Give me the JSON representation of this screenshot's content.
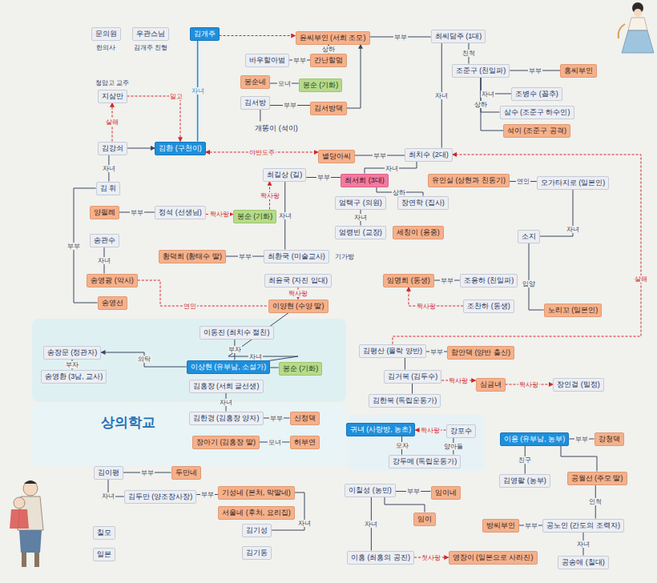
{
  "diagram": {
    "nodes": [
      {
        "text": [
          "문의원"
        ]
      },
      {
        "text": [
          "우관스님"
        ]
      },
      {
        "text": [
          "김개주"
        ]
      },
      {
        "text": [
          "윤씨부인 (서희 조모)"
        ]
      },
      {
        "text": [
          "최씨담주 (1대)"
        ]
      },
      {
        "text": [
          "바우할아범"
        ]
      },
      {
        "text": [
          "간난할멈"
        ]
      },
      {
        "text": [
          "조준구 (친일파)"
        ]
      },
      {
        "text": [
          "홍씨부인"
        ]
      },
      {
        "text": [
          "봉순네"
        ]
      },
      {
        "text": [
          "봉순 (기화)"
        ]
      },
      {
        "text": [
          "조병수 (꼽추)"
        ]
      },
      {
        "text": [
          "지삼만"
        ]
      },
      {
        "text": [
          "김서방"
        ]
      },
      {
        "text": [
          "김서방댁"
        ]
      },
      {
        "text": [
          "삼수 (조준구 하수인)"
        ]
      },
      {
        "text": [
          "개똥이 (석이)"
        ]
      },
      {
        "text": [
          "석이 (조준구 공격)"
        ]
      },
      {
        "text": [
          "김강쇠"
        ]
      },
      {
        "text": [
          "김환 (구천이)"
        ]
      },
      {
        "text": [
          "별당아씨"
        ]
      },
      {
        "text": [
          "최치수 (2대)"
        ]
      },
      {
        "text": [
          "최길상 (길)"
        ]
      },
      {
        "text": [
          "최서희 (3대)"
        ]
      },
      {
        "text": [
          "유인실 (상현과 친동기)"
        ]
      },
      {
        "text": [
          "오가타지로 (일본인)"
        ]
      },
      {
        "text": [
          "김 휘"
        ]
      },
      {
        "text": [
          "양필례"
        ]
      },
      {
        "text": [
          "정석 (선생님)"
        ]
      },
      {
        "text": [
          "봉순 (기화)"
        ]
      },
      {
        "text": [
          "엄택구 (의원)"
        ]
      },
      {
        "text": [
          "장연학 (집사)"
        ]
      },
      {
        "text": [
          "엄령빈 (교장)"
        ]
      },
      {
        "text": [
          "세칭이 (용중)"
        ]
      },
      {
        "text": [
          "소지"
        ]
      },
      {
        "text": [
          "송관수"
        ]
      },
      {
        "text": [
          "황덕희 (황태수 딸)"
        ]
      },
      {
        "text": [
          "최환국 (미술교사)"
        ]
      },
      {
        "text": [
          "송영광 (악사)"
        ]
      },
      {
        "text": [
          "최윤국 (자진 입대)"
        ]
      },
      {
        "text": [
          "임명희 (동생)"
        ]
      },
      {
        "text": [
          "조용하 (친일파)"
        ]
      },
      {
        "text": [
          "송영선"
        ]
      },
      {
        "text": [
          "이양현 (수양 딸)"
        ]
      },
      {
        "text": [
          "조찬하 (동생)"
        ]
      },
      {
        "text": [
          "노리꼬 (일본인)"
        ]
      },
      {
        "text": [
          "이동진 (최치수 절친)"
        ]
      },
      {
        "text": [
          "송장문 (정관자)"
        ]
      },
      {
        "text": [
          "이상현 (유부남, 소설가)"
        ]
      },
      {
        "text": [
          "봉순 (기화)"
        ]
      },
      {
        "text": [
          "김평산 (몰락 양반)"
        ]
      },
      {
        "text": [
          "함안댁 (양반 출신)"
        ]
      },
      {
        "text": [
          "송영환 (3남, 교사)"
        ]
      },
      {
        "text": [
          "김거복 (김두수)"
        ]
      },
      {
        "text": [
          "심금녀"
        ]
      },
      {
        "text": [
          "장인걸 (밀정)"
        ]
      },
      {
        "text": [
          "김홍장 (서희 글선생)"
        ]
      },
      {
        "text": [
          "김한복 (독립운동가)"
        ]
      },
      {
        "text": [
          "김한경 (김홍장 양자)"
        ]
      },
      {
        "text": [
          "신정댁"
        ]
      },
      {
        "text": [
          "귀녀 (사랑방, 농초)"
        ]
      },
      {
        "text": [
          "강포수"
        ]
      },
      {
        "text": [
          "이용 (유부남, 농부)"
        ]
      },
      {
        "text": [
          "강청댁"
        ]
      },
      {
        "text": [
          "장아기 (김홍장 딸)"
        ]
      },
      {
        "text": [
          "허부연"
        ]
      },
      {
        "text": [
          "강두메 (독립운동가)"
        ]
      },
      {
        "text": [
          "김이평"
        ]
      },
      {
        "text": [
          "두만네"
        ]
      },
      {
        "text": [
          "김영팔 (농부)"
        ]
      },
      {
        "text": [
          "공월선 (주모 딸)"
        ]
      },
      {
        "text": [
          "이칠성 (농민)"
        ]
      },
      {
        "text": [
          "임이네"
        ]
      },
      {
        "text": [
          "기성네 (본처, 막딸네)"
        ]
      },
      {
        "text": [
          "김두만 (양조장사장)"
        ]
      },
      {
        "text": [
          "서울네 (후처, 요리집)"
        ]
      },
      {
        "text": [
          "임이"
        ]
      },
      {
        "text": [
          "방씨부인"
        ]
      },
      {
        "text": [
          "공노인 (간도의 조력자)"
        ]
      },
      {
        "text": [
          "김기성"
        ]
      },
      {
        "text": [
          "칠모"
        ]
      },
      {
        "text": [
          "일본"
        ]
      },
      {
        "text": [
          "김기동"
        ]
      },
      {
        "text": [
          "이홍 (최홍의 공진)"
        ]
      },
      {
        "text": [
          "영장이 (일본으로 사라진)"
        ]
      },
      {
        "text": [
          "공송애 (칠대)"
        ]
      }
    ],
    "edges": [
      {
        "from": 2,
        "to": 3,
        "arrow": "to"
      },
      {
        "from": 2,
        "to": 19,
        "label": "자녀",
        "arrow": "none"
      },
      {
        "from": 12,
        "to": 19,
        "label": "밀고",
        "arrow": "to"
      },
      {
        "from": 18,
        "to": 12,
        "label": "살해",
        "arrow": "to"
      },
      {
        "from": 18,
        "to": 19,
        "arrow": "to"
      },
      {
        "from": 19,
        "to": 20,
        "label": "야반도주",
        "arrow": "both"
      },
      {
        "from": 20,
        "to": 21,
        "label": "부부",
        "arrow": "none"
      },
      {
        "from": 3,
        "to": 4,
        "label": "부부",
        "arrow": "none"
      },
      {
        "from": 4,
        "to": 21,
        "label": "자녀",
        "arrow": "none"
      },
      {
        "from": 4,
        "to": 7,
        "label": "친척",
        "arrow": "none"
      },
      {
        "from": 7,
        "to": 8,
        "label": "부부",
        "arrow": "none"
      },
      {
        "from": 7,
        "to": 11,
        "label": "자녀",
        "arrow": "none"
      },
      {
        "from": 7,
        "to": 15,
        "label": "상하",
        "arrow": "none"
      },
      {
        "from": 7,
        "to": 17,
        "arrow": "none"
      },
      {
        "from": 5,
        "to": 6,
        "label": "부부",
        "arrow": "none"
      },
      {
        "from": 9,
        "to": 10,
        "label": "모녀",
        "arrow": "none"
      },
      {
        "from": 13,
        "to": 14,
        "label": "부부",
        "arrow": "none"
      },
      {
        "from": 13,
        "to": 16,
        "arrow": "none"
      },
      {
        "from": 6,
        "to": 3,
        "label": "상하",
        "arrow": "to"
      },
      {
        "from": 14,
        "to": 3,
        "arrow": "to"
      },
      {
        "from": 21,
        "to": 23,
        "label": "자녀",
        "arrow": "none"
      },
      {
        "from": 22,
        "to": 23,
        "label": "부부",
        "arrow": "none"
      },
      {
        "from": 31,
        "to": 23,
        "label": "상하",
        "arrow": "none"
      },
      {
        "from": 30,
        "to": 32,
        "label": "자녀",
        "arrow": "none"
      },
      {
        "from": 22,
        "to": 37,
        "label": "자녀",
        "arrow": "none"
      },
      {
        "from": 36,
        "to": 37,
        "label": "부부",
        "arrow": "none"
      },
      {
        "from": 18,
        "to": 26,
        "label": "자녀",
        "arrow": "none"
      },
      {
        "from": 26,
        "to": 42,
        "label": "부부",
        "arrow": "none"
      },
      {
        "from": 27,
        "to": 28,
        "label": "부부",
        "arrow": "none"
      },
      {
        "from": 28,
        "to": 29,
        "label": "짝사랑",
        "arrow": "to"
      },
      {
        "from": 29,
        "to": 22,
        "label": "짝사랑",
        "arrow": "to"
      },
      {
        "from": 35,
        "to": 38,
        "label": "자녀",
        "arrow": "none"
      },
      {
        "from": 38,
        "to": 43,
        "label": "연인",
        "arrow": "none"
      },
      {
        "from": 39,
        "to": 43,
        "label": "짝사랑",
        "arrow": "to"
      },
      {
        "from": 24,
        "to": 25,
        "label": "연인",
        "arrow": "none"
      },
      {
        "from": 25,
        "to": 34,
        "label": "자녀",
        "arrow": "none"
      },
      {
        "from": 34,
        "to": 45,
        "label": "입양",
        "arrow": "none"
      },
      {
        "from": 50,
        "to": 21,
        "label": "살해",
        "arrow": "to"
      },
      {
        "from": 40,
        "to": 41,
        "label": "부부",
        "arrow": "none"
      },
      {
        "from": 44,
        "to": 40,
        "label": "짝사랑",
        "arrow": "to"
      },
      {
        "from": 48,
        "to": 43,
        "label": "자녀",
        "arrow": "none"
      },
      {
        "from": 46,
        "to": 48,
        "label": "부자",
        "arrow": "none"
      },
      {
        "from": 48,
        "to": 49,
        "arrow": "none"
      },
      {
        "from": 48,
        "to": 47,
        "label": "의탁",
        "arrow": "to"
      },
      {
        "from": 47,
        "to": 52,
        "label": "부자",
        "arrow": "none"
      },
      {
        "from": 56,
        "to": 58,
        "label": "자녀",
        "arrow": "none"
      },
      {
        "from": 58,
        "to": 59,
        "label": "부부",
        "arrow": "none"
      },
      {
        "from": 64,
        "to": 65,
        "label": "모녀",
        "arrow": "none"
      },
      {
        "from": 50,
        "to": 51,
        "label": "부부",
        "arrow": "none"
      },
      {
        "from": 50,
        "to": 53,
        "arrow": "none"
      },
      {
        "from": 53,
        "to": 54,
        "label": "짝사랑",
        "arrow": "to"
      },
      {
        "from": 54,
        "to": 55,
        "label": "짝사랑",
        "arrow": "to"
      },
      {
        "from": 53,
        "to": 57,
        "arrow": "none"
      },
      {
        "from": 61,
        "to": 60,
        "label": "짝사랑",
        "arrow": "to"
      },
      {
        "from": 61,
        "to": 66,
        "label": "양아들",
        "arrow": "none"
      },
      {
        "from": 60,
        "to": 66,
        "label": "모자",
        "arrow": "none"
      },
      {
        "from": 71,
        "to": 72,
        "label": "부부",
        "arrow": "none"
      },
      {
        "from": 71,
        "to": 83,
        "label": "자녀",
        "arrow": "none"
      },
      {
        "from": 83,
        "to": 84,
        "label": "첫사랑",
        "arrow": "to"
      },
      {
        "from": 62,
        "to": 63,
        "label": "부부",
        "arrow": "none"
      },
      {
        "from": 62,
        "to": 69,
        "label": "친구",
        "arrow": "none"
      },
      {
        "from": 70,
        "to": 78,
        "label": "인척",
        "arrow": "none"
      },
      {
        "from": 77,
        "to": 78,
        "label": "부부",
        "arrow": "none"
      },
      {
        "from": 78,
        "to": 85,
        "label": "자녀",
        "arrow": "none"
      },
      {
        "from": 67,
        "to": 68,
        "label": "부부",
        "arrow": "none"
      },
      {
        "from": 67,
        "to": 74,
        "label": "자녀",
        "arrow": "none"
      },
      {
        "from": 74,
        "to": 73,
        "label": "부부",
        "arrow": "none"
      },
      {
        "from": 73,
        "to": 79,
        "label": "자녀",
        "arrow": "none"
      },
      {
        "from": 71,
        "to": 76,
        "arrow": "none"
      },
      {
        "from": 62,
        "to": 70,
        "arrow": "none"
      }
    ],
    "labels": [
      "한의사",
      "김개주 친형",
      "청암고 교주",
      "기가방",
      "상의학교"
    ]
  }
}
